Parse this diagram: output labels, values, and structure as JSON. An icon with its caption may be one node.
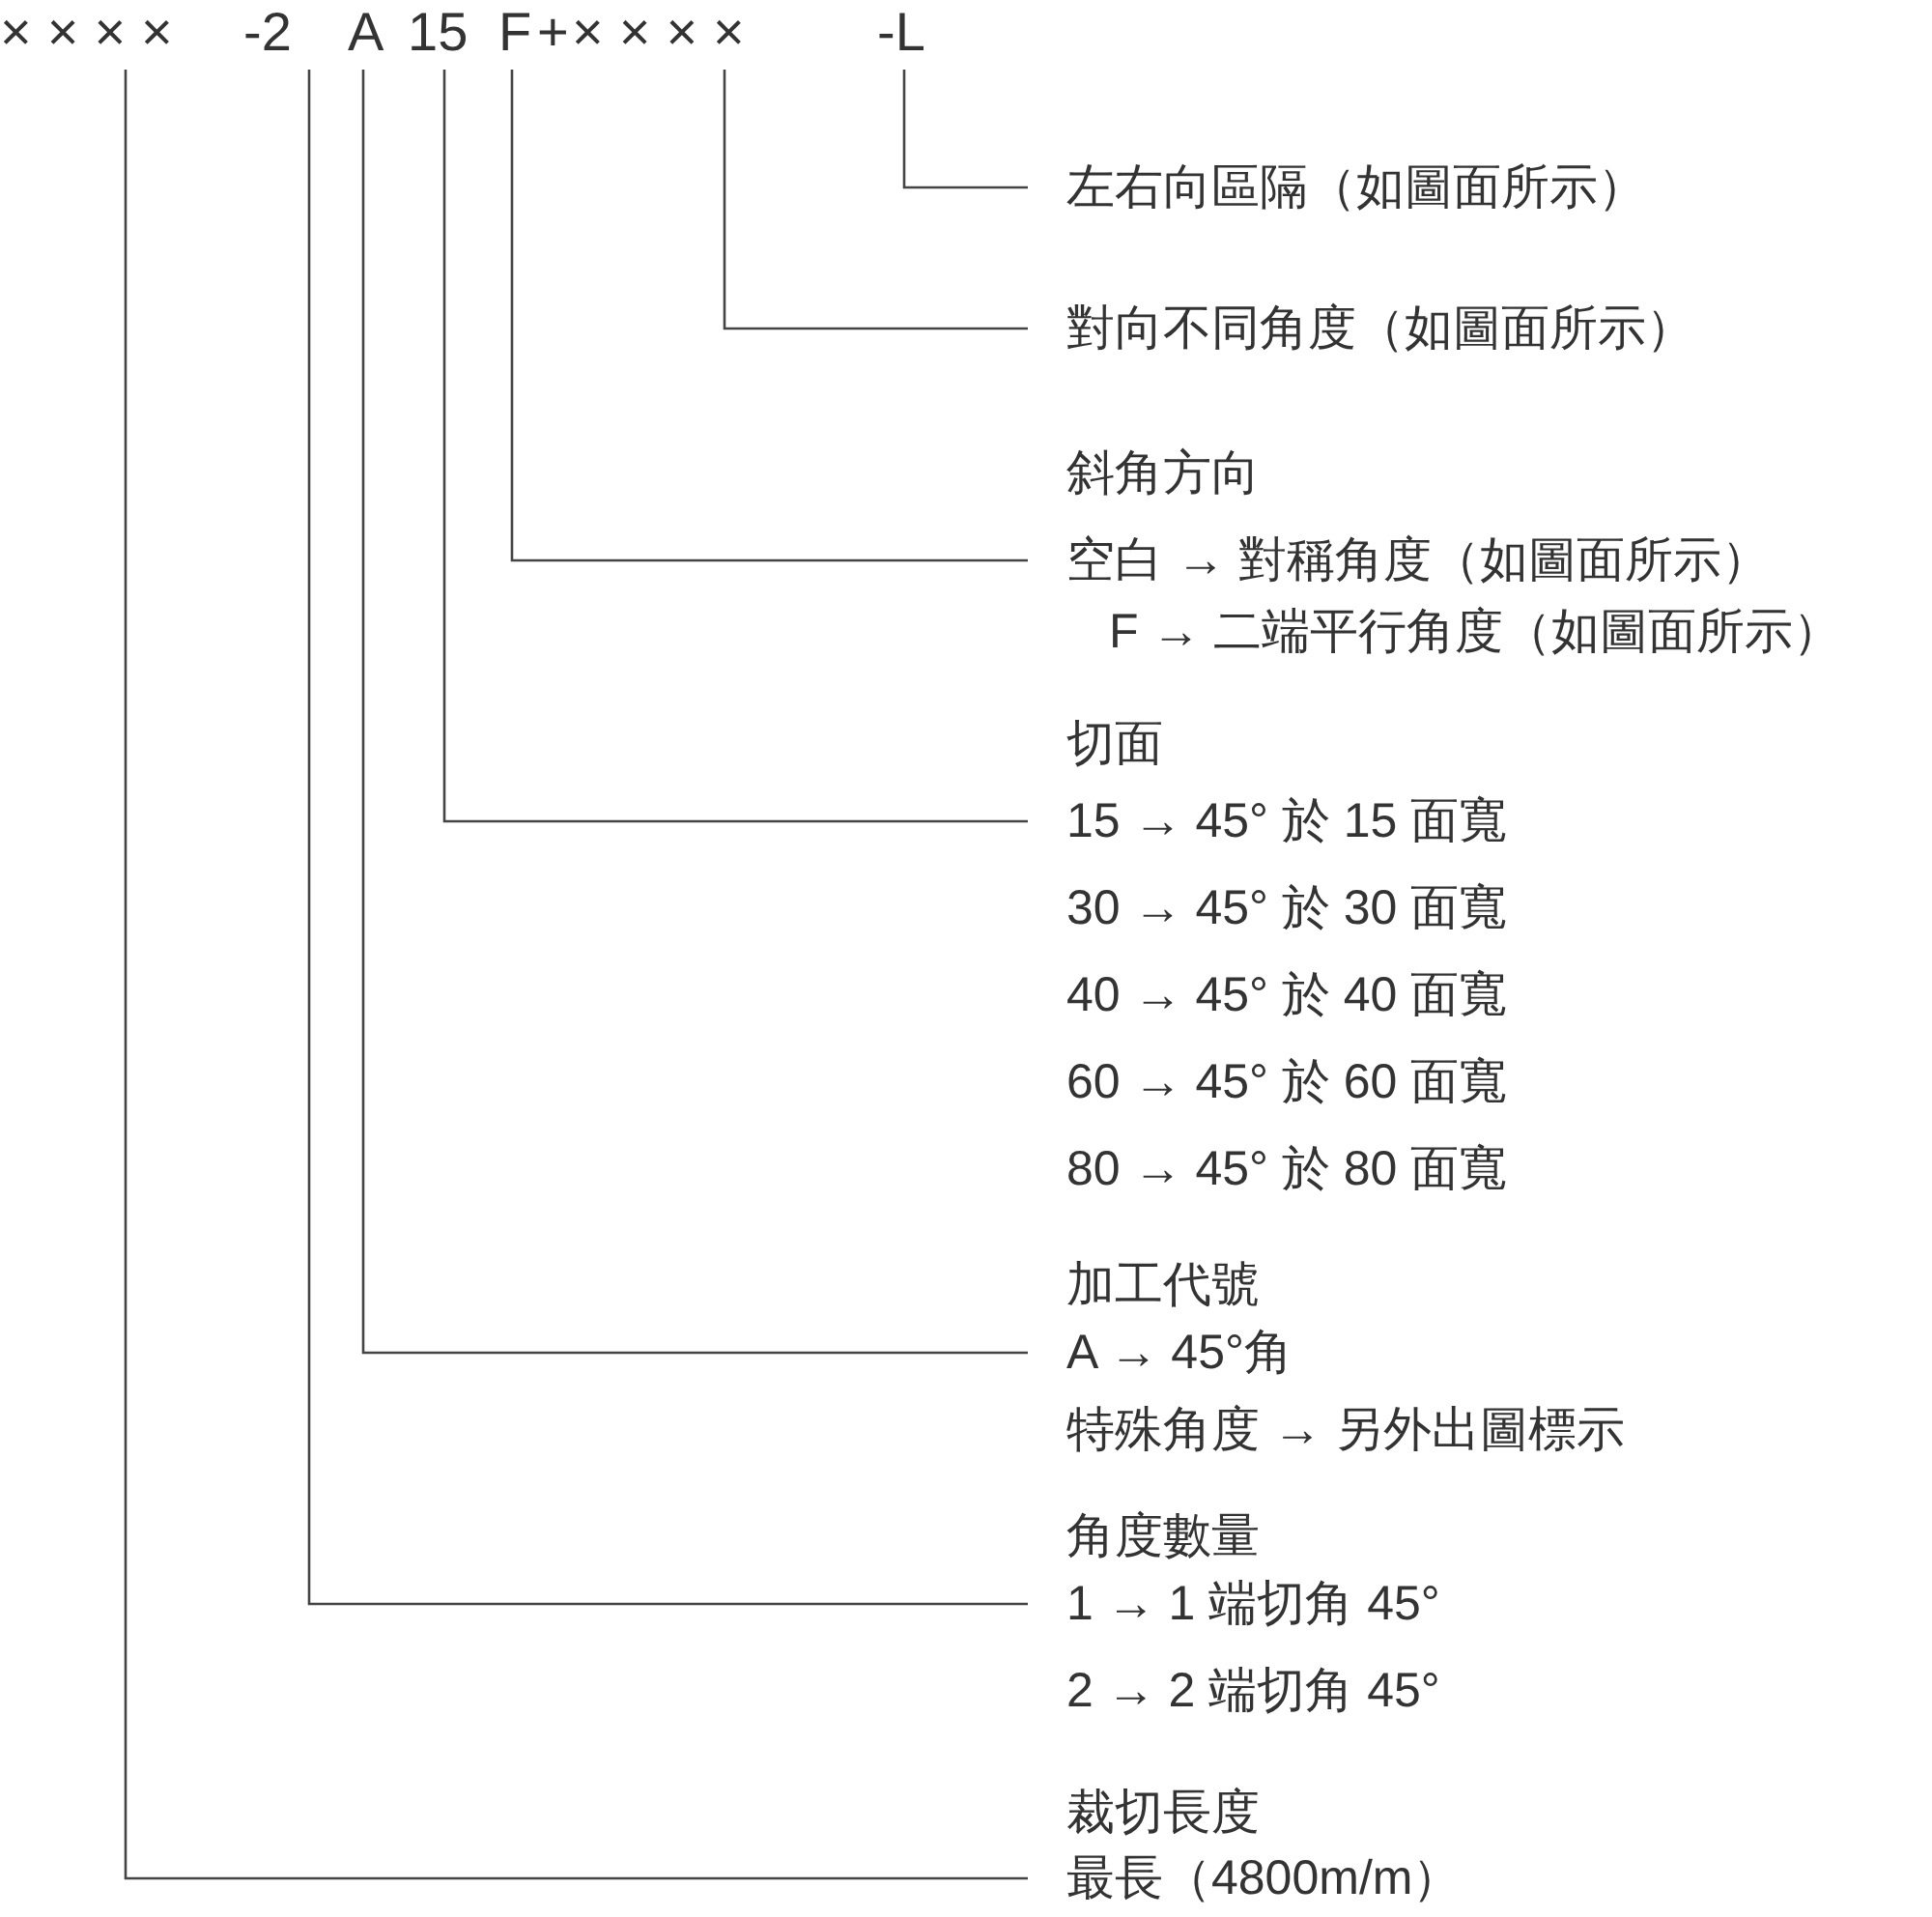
{
  "diagram": {
    "nodes": [
      {
        "text": [
          "××××"
        ]
      },
      {
        "text": [
          "-2"
        ]
      },
      {
        "text": [
          "A"
        ]
      },
      {
        "text": [
          "15"
        ]
      },
      {
        "text": [
          "F"
        ]
      },
      {
        "text": [
          "××××"
        ]
      },
      {
        "text": [
          "-L"
        ]
      },
      {
        "text": [
          "左右向區隔（如圖面所示）"
        ]
      },
      {
        "text": [
          "對向不同角度（如圖面所示）"
        ]
      },
      {
        "text": [
          "斜角方向",
          "空白 → 對稱角度（如圖面所示）",
          "F → 二端平行角度（如圖面所示）"
        ]
      },
      {
        "text": [
          "切面",
          "15 → 45° 於 15 面寬",
          "30 → 45° 於 30 面寬",
          "40 → 45° 於 40 面寬",
          "60 → 45° 於 60 面寬",
          "80 → 45° 於 80 面寬"
        ]
      },
      {
        "text": [
          "加工代號",
          "A → 45°角",
          "特殊角度 → 另外出圖標示"
        ]
      },
      {
        "text": [
          "角度數量",
          "1 → 1 端切角 45°",
          "2 → 2 端切角 45°"
        ]
      },
      {
        "text": [
          "裁切長度",
          "最長（4800m/m）"
        ]
      }
    ],
    "edges": [
      {
        "from": 6,
        "to": 7,
        "arrow": "none"
      },
      {
        "from": 5,
        "to": 8,
        "arrow": "none"
      },
      {
        "from": 4,
        "to": 9,
        "arrow": "none"
      },
      {
        "from": 3,
        "to": 10,
        "arrow": "none"
      },
      {
        "from": 2,
        "to": 11,
        "arrow": "none"
      },
      {
        "from": 1,
        "to": 12,
        "arrow": "none"
      },
      {
        "from": 0,
        "to": 13,
        "arrow": "none"
      }
    ],
    "labels": [
      "+"
    ]
  }
}
